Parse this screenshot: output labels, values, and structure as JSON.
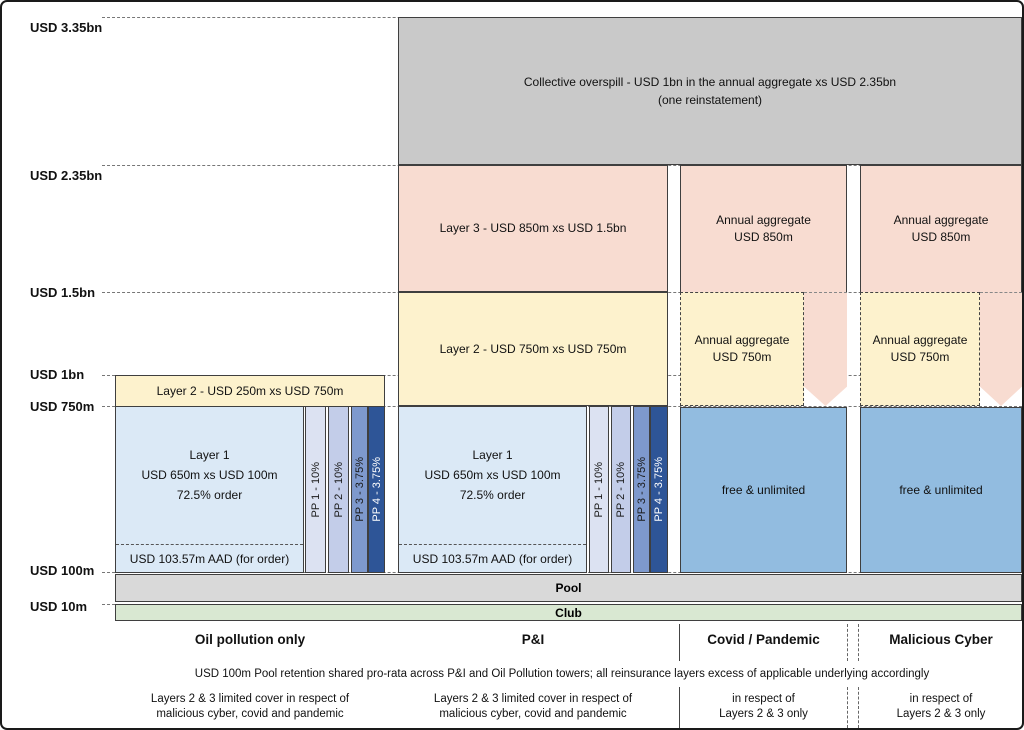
{
  "axis_labels": [
    "USD 3.35bn",
    "USD 2.35bn",
    "USD 1.5bn",
    "USD 1bn",
    "USD 750m",
    "USD 100m",
    "USD 10m"
  ],
  "overspill": {
    "line1": "Collective overspill - USD 1bn in the annual aggregate xs USD 2.35bn",
    "line2": "(one reinstatement)"
  },
  "towers": {
    "oil": {
      "layer2": "Layer 2 - USD 250m xs USD 750m",
      "layer1_lines": [
        "Layer 1",
        "USD 650m xs USD 100m",
        "72.5% order"
      ],
      "aad": "USD 103.57m AAD (for order)",
      "pp": [
        "PP 1 - 10%",
        "PP 2 - 10%",
        "PP 3 - 3.75%",
        "PP 4 - 3.75%"
      ]
    },
    "pi": {
      "layer3": "Layer 3 - USD 850m xs USD 1.5bn",
      "layer2": "Layer 2 - USD 750m xs USD 750m",
      "layer1_lines": [
        "Layer 1",
        "USD 650m xs USD 100m",
        "72.5% order"
      ],
      "aad": "USD 103.57m AAD (for order)",
      "pp": [
        "PP 1 - 10%",
        "PP 2 - 10%",
        "PP 3 - 3.75%",
        "PP 4 - 3.75%"
      ]
    },
    "covid": {
      "agg850_line1": "Annual aggregate",
      "agg850_line2": "USD 850m",
      "agg750_line1": "Annual aggregate",
      "agg750_line2": "USD 750m",
      "free": "free & unlimited"
    },
    "cyber": {
      "agg850_line1": "Annual aggregate",
      "agg850_line2": "USD 850m",
      "agg750_line1": "Annual aggregate",
      "agg750_line2": "USD 750m",
      "free": "free & unlimited"
    }
  },
  "bars": {
    "pool": "Pool",
    "club": "Club"
  },
  "footer": {
    "columns": [
      "Oil pollution only",
      "P&I",
      "Covid / Pandemic",
      "Malicious Cyber"
    ],
    "retention_note": "USD 100m Pool retention shared pro-rata across P&I and Oil Pollution towers; all reinsurance layers excess of applicable underlying accordingly",
    "notes": [
      {
        "line1": "Layers 2 & 3 limited cover in respect of",
        "line2": "malicious cyber, covid and pandemic"
      },
      {
        "line1": "Layers 2 & 3 limited cover in respect of",
        "line2": "malicious cyber, covid and pandemic"
      },
      {
        "line1": "in respect of",
        "line2": "Layers 2 & 3 only"
      },
      {
        "line1": "in respect of",
        "line2": "Layers 2 & 3 only"
      }
    ]
  },
  "colors": {
    "pink": "#f8dcd1",
    "yellow": "#fdf2cd",
    "lightblue": "#dbe9f6",
    "blue": "#92bce0",
    "overspill": "#c9c9c9",
    "pool": "#d9d9d9",
    "club": "#d9e8d2",
    "pp1": "#dce2f2",
    "pp2": "#c3cde9",
    "pp3": "#7e99cd",
    "pp4": "#2e5597",
    "border": "#3f3f3f"
  }
}
